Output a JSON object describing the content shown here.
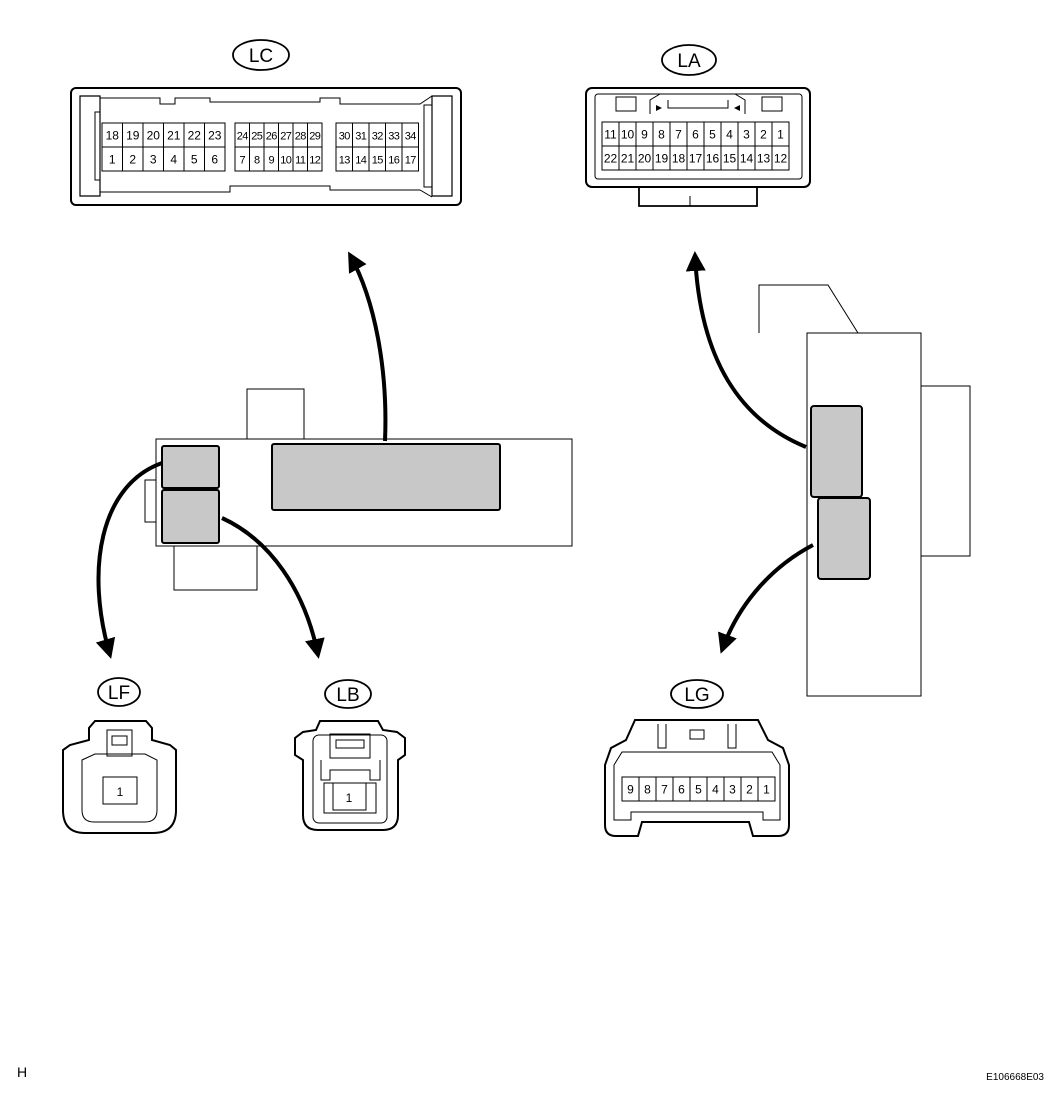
{
  "connectors": {
    "LC": {
      "label": "LC",
      "groups": [
        {
          "top": [
            "18",
            "19",
            "20",
            "21",
            "22",
            "23"
          ],
          "bottom": [
            "1",
            "2",
            "3",
            "4",
            "5",
            "6"
          ]
        },
        {
          "top": [
            "24",
            "25",
            "26",
            "27",
            "28",
            "29"
          ],
          "bottom": [
            "7",
            "8",
            "9",
            "10",
            "11",
            "12"
          ]
        },
        {
          "top": [
            "30",
            "31",
            "32",
            "33",
            "34"
          ],
          "bottom": [
            "13",
            "14",
            "15",
            "16",
            "17"
          ]
        }
      ]
    },
    "LA": {
      "label": "LA",
      "top": [
        "11",
        "10",
        "9",
        "8",
        "7",
        "6",
        "5",
        "4",
        "3",
        "2",
        "1"
      ],
      "bottom": [
        "22",
        "21",
        "20",
        "19",
        "18",
        "17",
        "16",
        "15",
        "14",
        "13",
        "12"
      ]
    },
    "LF": {
      "label": "LF",
      "pins": [
        "1"
      ]
    },
    "LB": {
      "label": "LB",
      "pins": [
        "1"
      ]
    },
    "LG": {
      "label": "LG",
      "pins": [
        "9",
        "8",
        "7",
        "6",
        "5",
        "4",
        "3",
        "2",
        "1"
      ]
    }
  },
  "footer": {
    "left": "H",
    "right": "E106668E03"
  },
  "colors": {
    "stroke": "#000000",
    "component_fill": "#ffffff",
    "port_fill": "#c8c8c8"
  }
}
